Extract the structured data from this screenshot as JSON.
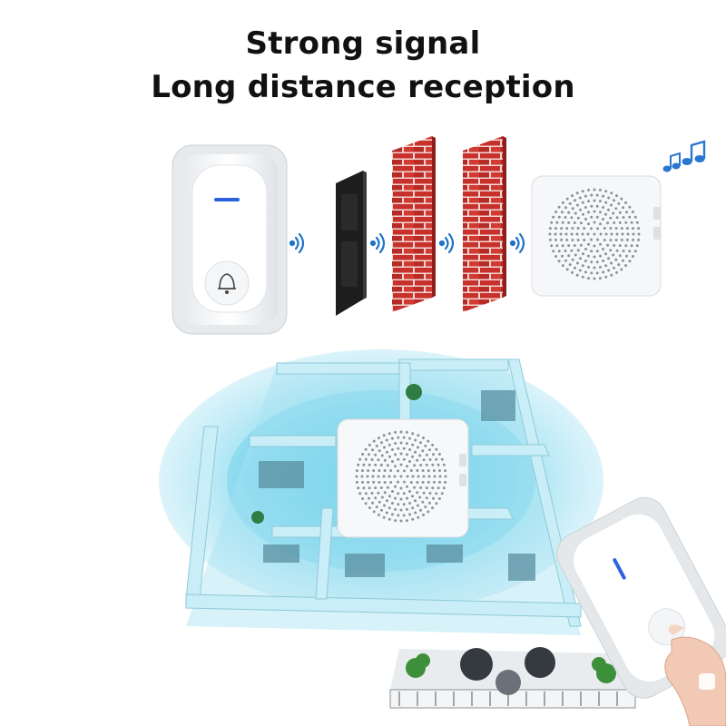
{
  "headline": {
    "line1": "Strong signal",
    "line2": "Long distance reception"
  },
  "icons": [
    "doorbell-transmitter",
    "wifi-signal",
    "door-obstacle",
    "brick-wall",
    "music-notes",
    "doorbell-receiver",
    "bell-icon",
    "hand-pressing-button"
  ],
  "colors": {
    "brick": "#c8302b",
    "mortar": "#f3e0dc",
    "signal_blue": "#1f73c7",
    "coverage_cyan": "#7fd6ec",
    "led_blue": "#2b62e0",
    "door": "#1f1f1f"
  }
}
